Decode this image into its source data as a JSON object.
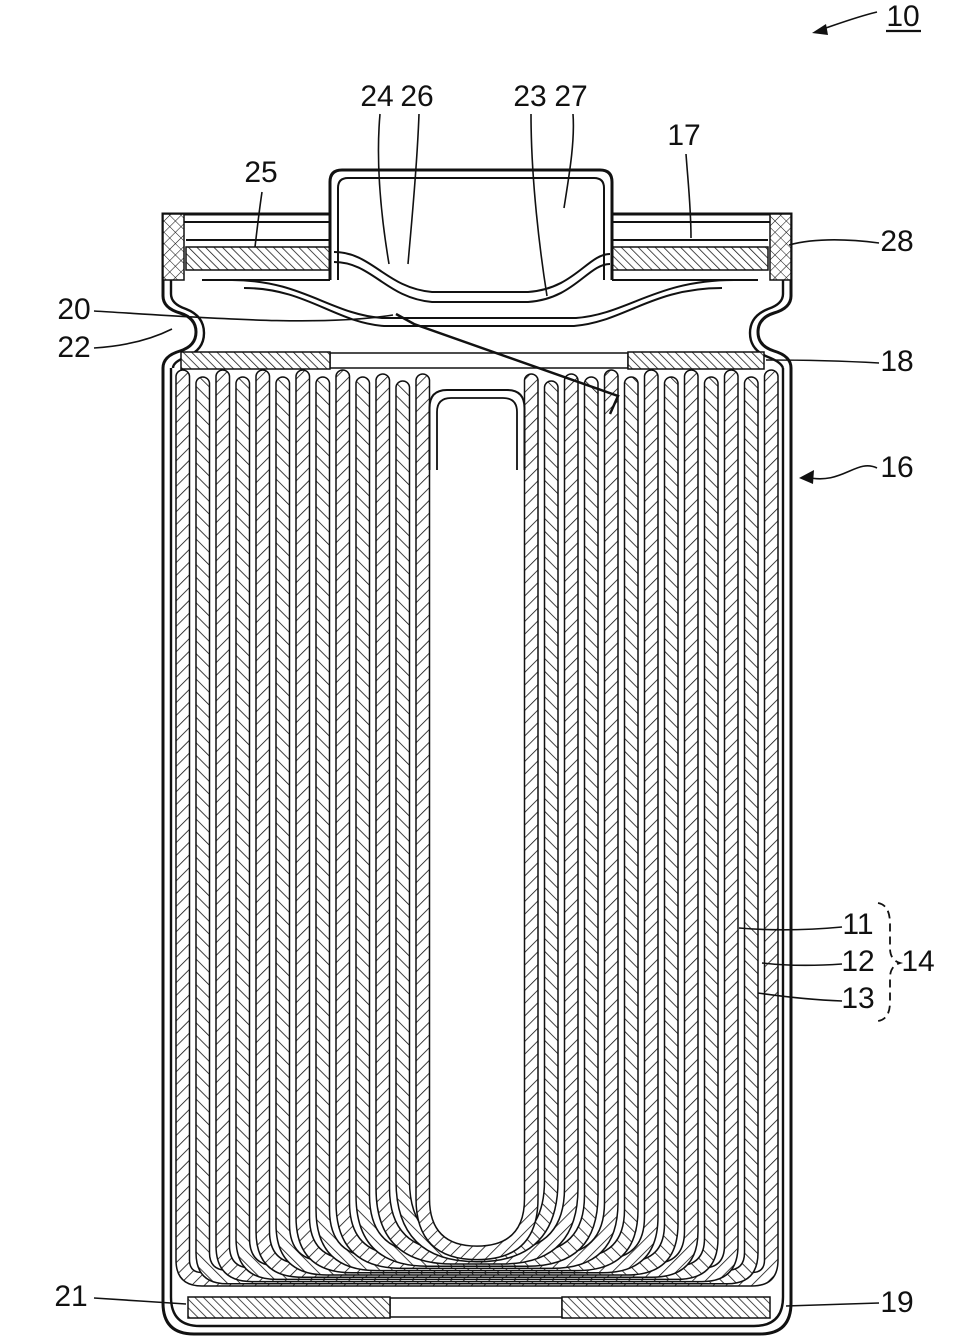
{
  "figure": {
    "number": "10",
    "labels": {
      "n10": "10",
      "n11": "11",
      "n12": "12",
      "n13": "13",
      "n14": "14",
      "n16": "16",
      "n17": "17",
      "n18": "18",
      "n19": "19",
      "n20": "20",
      "n21": "21",
      "n22": "22",
      "n23": "23",
      "n24": "24",
      "n25": "25",
      "n26": "26",
      "n27": "27",
      "n28": "28"
    },
    "colors": {
      "line": "#111111",
      "background": "#ffffff"
    }
  }
}
